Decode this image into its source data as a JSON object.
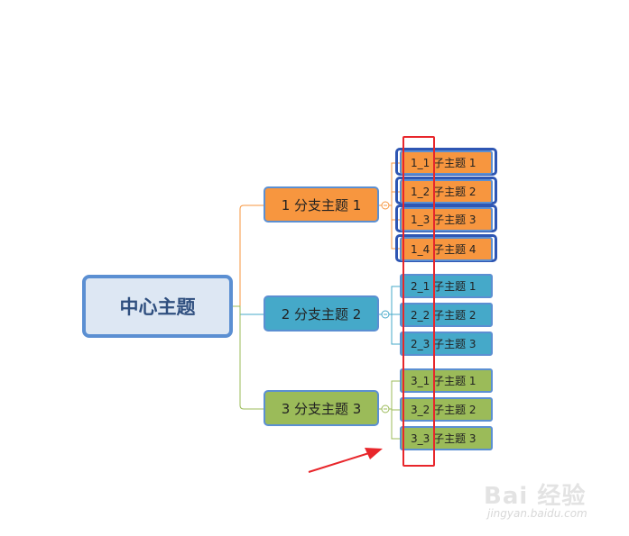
{
  "center": {
    "label": "中心主题"
  },
  "branches": [
    {
      "label": "1 分支主题 1",
      "subs": [
        "1_1 子主题 1",
        "1_2 子主题 2",
        "1_3 子主题 3",
        "1_4 子主题 4"
      ]
    },
    {
      "label": "2 分支主题 2",
      "subs": [
        "2_1 子主题 1",
        "2_2 子主题 2",
        "2_3 子主题 3"
      ]
    },
    {
      "label": "3 分支主题 3",
      "subs": [
        "3_1 子主题 1",
        "3_2 子主题 2",
        "3_3 子主题 3"
      ]
    }
  ],
  "colors": {
    "orange": "#f7963f",
    "blue": "#45a9c9",
    "green": "#9bbb59",
    "node_border": "#5b8fd2",
    "selection_border": "#2e56b3",
    "highlight_red": "#e8262b"
  },
  "watermark": {
    "brand": "Bai 经验",
    "url": "jingyan.baidu.com"
  }
}
